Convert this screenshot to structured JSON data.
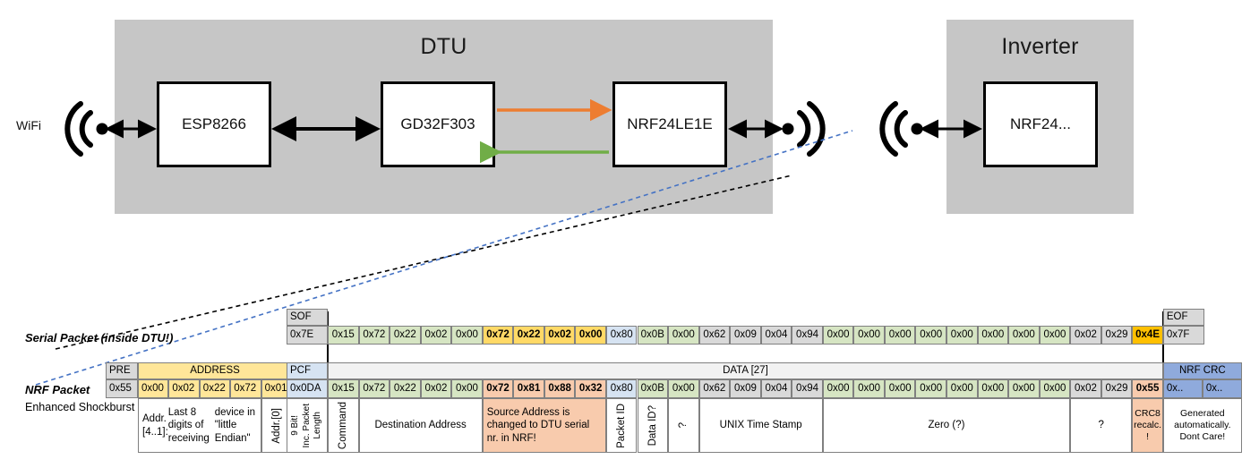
{
  "diagram": {
    "dtu": {
      "title": "DTU",
      "chips": [
        "ESP8266",
        "GD32F303",
        "NRF24LE1E"
      ]
    },
    "inverter": {
      "title": "Inverter",
      "chips": [
        "NRF24..."
      ]
    },
    "wifi_label": "WiFi",
    "colors": {
      "enclosure": "#c6c6c6",
      "chip_fill": "#ffffff",
      "arrow_black": "#000000",
      "arrow_orange": "#ED7D31",
      "arrow_green": "#70AD47",
      "callout_black": "#000000",
      "callout_blue": "#4472C4"
    }
  },
  "serial_packet": {
    "label": "Serial Packet (inside DTU!)",
    "sof_header": "SOF",
    "sof_value": "0x7E",
    "eof_header": "EOF",
    "eof_value": "0x7F",
    "bytes": [
      {
        "v": "0x15",
        "c": "green",
        "b": false
      },
      {
        "v": "0x72",
        "c": "green",
        "b": false
      },
      {
        "v": "0x22",
        "c": "green",
        "b": false
      },
      {
        "v": "0x02",
        "c": "green",
        "b": false
      },
      {
        "v": "0x00",
        "c": "green",
        "b": false
      },
      {
        "v": "0x72",
        "c": "amber",
        "b": true
      },
      {
        "v": "0x22",
        "c": "amber",
        "b": true
      },
      {
        "v": "0x02",
        "c": "amber",
        "b": true
      },
      {
        "v": "0x00",
        "c": "amber",
        "b": true
      },
      {
        "v": "0x80",
        "c": "blue",
        "b": false
      },
      {
        "v": "0x0B",
        "c": "green",
        "b": false
      },
      {
        "v": "0x00",
        "c": "green",
        "b": false
      },
      {
        "v": "0x62",
        "c": "grey",
        "b": false
      },
      {
        "v": "0x09",
        "c": "grey",
        "b": false
      },
      {
        "v": "0x04",
        "c": "grey",
        "b": false
      },
      {
        "v": "0x94",
        "c": "grey",
        "b": false
      },
      {
        "v": "0x00",
        "c": "green",
        "b": false
      },
      {
        "v": "0x00",
        "c": "green",
        "b": false
      },
      {
        "v": "0x00",
        "c": "green",
        "b": false
      },
      {
        "v": "0x00",
        "c": "green",
        "b": false
      },
      {
        "v": "0x00",
        "c": "green",
        "b": false
      },
      {
        "v": "0x00",
        "c": "green",
        "b": false
      },
      {
        "v": "0x00",
        "c": "green",
        "b": false
      },
      {
        "v": "0x00",
        "c": "green",
        "b": false
      },
      {
        "v": "0x02",
        "c": "grey",
        "b": false
      },
      {
        "v": "0x29",
        "c": "grey",
        "b": false
      },
      {
        "v": "0x4E",
        "c": "orange",
        "b": true
      }
    ]
  },
  "nrf_packet": {
    "label": "NRF Packet",
    "sublabel": "Enhanced Shockburst",
    "headers": {
      "pre": "PRE",
      "address": "ADDRESS",
      "pcf": "PCF",
      "data": "DATA [27]",
      "nrf_crc": "NRF CRC"
    },
    "pre_value": "0x55",
    "address_values": [
      "0x00",
      "0x02",
      "0x22",
      "0x72",
      "0x01"
    ],
    "pcf_value": "0x0DA",
    "crc_values": [
      "0x..",
      "0x.."
    ],
    "bytes": [
      {
        "v": "0x15",
        "c": "green",
        "b": false
      },
      {
        "v": "0x72",
        "c": "green",
        "b": false
      },
      {
        "v": "0x22",
        "c": "green",
        "b": false
      },
      {
        "v": "0x02",
        "c": "green",
        "b": false
      },
      {
        "v": "0x00",
        "c": "green",
        "b": false
      },
      {
        "v": "0x72",
        "c": "peach",
        "b": true
      },
      {
        "v": "0x81",
        "c": "peach",
        "b": true
      },
      {
        "v": "0x88",
        "c": "peach",
        "b": true
      },
      {
        "v": "0x32",
        "c": "peach",
        "b": true
      },
      {
        "v": "0x80",
        "c": "blue",
        "b": false
      },
      {
        "v": "0x0B",
        "c": "green",
        "b": false
      },
      {
        "v": "0x00",
        "c": "green",
        "b": false
      },
      {
        "v": "0x62",
        "c": "grey",
        "b": false
      },
      {
        "v": "0x09",
        "c": "grey",
        "b": false
      },
      {
        "v": "0x04",
        "c": "grey",
        "b": false
      },
      {
        "v": "0x94",
        "c": "grey",
        "b": false
      },
      {
        "v": "0x00",
        "c": "green",
        "b": false
      },
      {
        "v": "0x00",
        "c": "green",
        "b": false
      },
      {
        "v": "0x00",
        "c": "green",
        "b": false
      },
      {
        "v": "0x00",
        "c": "green",
        "b": false
      },
      {
        "v": "0x00",
        "c": "green",
        "b": false
      },
      {
        "v": "0x00",
        "c": "green",
        "b": false
      },
      {
        "v": "0x00",
        "c": "green",
        "b": false
      },
      {
        "v": "0x00",
        "c": "green",
        "b": false
      },
      {
        "v": "0x02",
        "c": "grey",
        "b": false
      },
      {
        "v": "0x29",
        "c": "grey",
        "b": false
      },
      {
        "v": "0x55",
        "c": "peach",
        "b": true
      }
    ],
    "descriptions": {
      "address": "Addr. [4..1]:\nLast 8 digits of receiving\ndevice in \"little Endian\"",
      "addr0": "Addr.[0]",
      "pcf": "9 Bit! Inc. Packet Length",
      "pcf_lines": [
        "9 Bit!",
        "Inc. Packet",
        "Length"
      ],
      "command": "Command",
      "destination": "Destination Address",
      "source": "Source Address is changed to DTU serial nr. in NRF!",
      "packet_id": "Packet ID",
      "data_id": "Data ID?",
      "unknown1": "?",
      "timestamp": "UNIX Time Stamp",
      "zero": "Zero (?)",
      "unknown2": "?",
      "crc8": "CRC8 recalc. !",
      "crc8_lines": [
        "CRC8",
        "recalc.",
        "!"
      ],
      "nrf_crc": "Generated automatically. Dont Care!",
      "nrf_crc_lines": [
        "Generated",
        "automatically.",
        "Dont Care!"
      ]
    }
  },
  "palette": {
    "grey": "#d9d9d9",
    "green": "#d6e5c3",
    "amber": "#ffd966",
    "orange": "#ffc000",
    "blue": "#d6e3f2",
    "bluedark": "#8faadc",
    "peach": "#f8cbad",
    "yellow": "#ffe699"
  }
}
